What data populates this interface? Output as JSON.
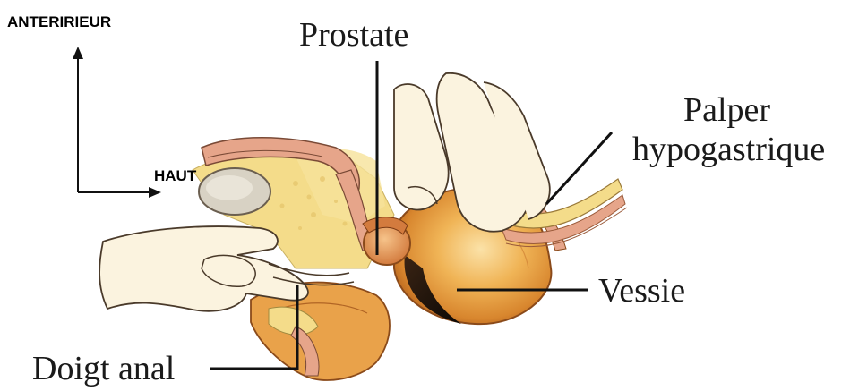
{
  "labels": {
    "anterieur": "ANTERIRIEUR",
    "haut": "HAUT",
    "prostate": "Prostate",
    "palper_line1": "Palper",
    "palper_line2": "hypogastrique",
    "vessie": "Vessie",
    "doigt_anal": "Doigt anal"
  },
  "colors": {
    "fat_yellow": "#f4dc8a",
    "tissue_pink": "#e6a58a",
    "organ_orange": "#e9a24a",
    "bladder_shadow": "#2a1c12",
    "skin": "#fbf3df",
    "outline": "#4a3a2a",
    "pointer": "#111111"
  }
}
